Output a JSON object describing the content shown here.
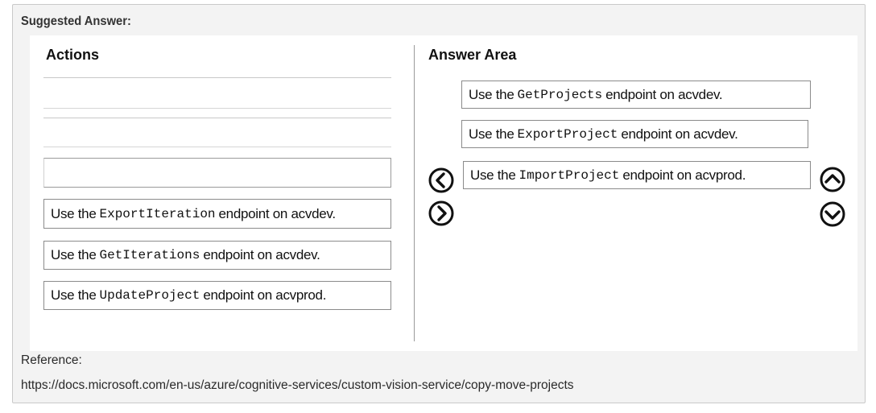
{
  "suggested_label": "Suggested Answer:",
  "actions": {
    "heading": "Actions",
    "items": [
      {
        "pre": "Use the",
        "code": "ExportIteration",
        "post": "endpoint on acvdev."
      },
      {
        "pre": "Use the",
        "code": "GetIterations",
        "post": "endpoint on acvdev."
      },
      {
        "pre": "Use the",
        "code": "UpdateProject",
        "post": "endpoint on acvprod."
      }
    ]
  },
  "answer_area": {
    "heading": "Answer Area",
    "items": [
      {
        "pre": "Use the",
        "code": "GetProjects",
        "post": "endpoint on acvdev."
      },
      {
        "pre": "Use the",
        "code": "ExportProject",
        "post": "endpoint on acvdev."
      },
      {
        "pre": "Use the",
        "code": "ImportProject",
        "post": "endpoint on acvprod."
      }
    ]
  },
  "icons": {
    "move_left": "chevron-left-circle-icon",
    "move_right": "chevron-right-circle-icon",
    "move_up": "chevron-up-circle-icon",
    "move_down": "chevron-down-circle-icon"
  },
  "reference": {
    "label": "Reference:",
    "url": "https://docs.microsoft.com/en-us/azure/cognitive-services/custom-vision-service/copy-move-projects"
  }
}
